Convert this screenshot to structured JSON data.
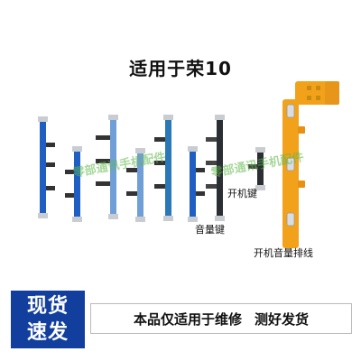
{
  "title": "适用于荣10",
  "labels": {
    "power_key": "开机键",
    "volume_key": "音量键",
    "flex_cable": "开机音量排线"
  },
  "watermark": "零部通讯手机配件",
  "badge": {
    "line1": "现货",
    "line2": "速发"
  },
  "banner": {
    "part1": "本品仅适用于维修",
    "part2": "测好发货"
  },
  "colors": {
    "dark_blue": "#1f5fc4",
    "light_blue": "#6f9fd6",
    "teal_blue": "#2a78b8",
    "black": "#2b2f33",
    "flex_orange": "#f2a21a",
    "badge_blue": "#123f9e",
    "watermark_green": "#5fb84a"
  }
}
